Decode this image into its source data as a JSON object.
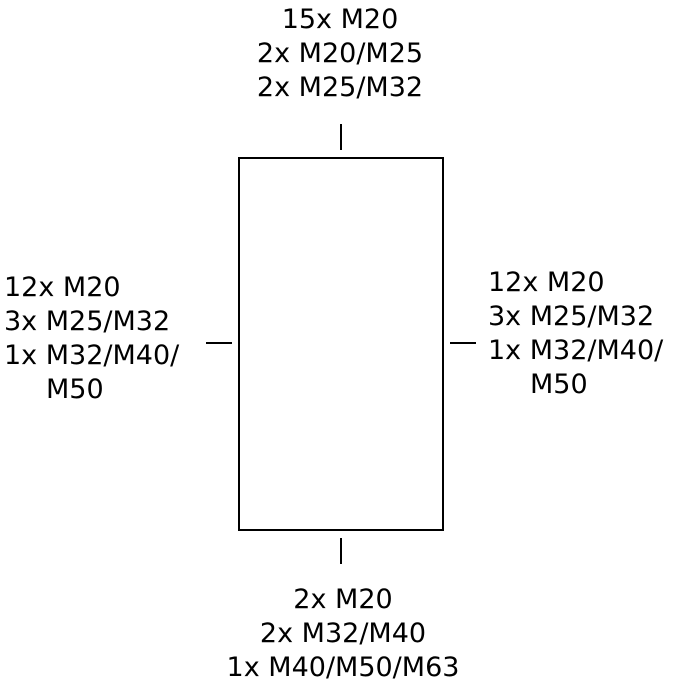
{
  "top": {
    "lines": [
      "15x M20",
      "2x M20/M25",
      "2x M25/M32"
    ]
  },
  "left": {
    "lines": [
      "12x M20",
      "3x M25/M32",
      "1x M32/M40/",
      "M50"
    ]
  },
  "right": {
    "lines": [
      "12x M20",
      "3x M25/M32",
      "1x M32/M40/",
      "M50"
    ]
  },
  "bottom": {
    "lines": [
      "2x M20",
      "2x M32/M40",
      "1x M40/M50/M63"
    ]
  }
}
